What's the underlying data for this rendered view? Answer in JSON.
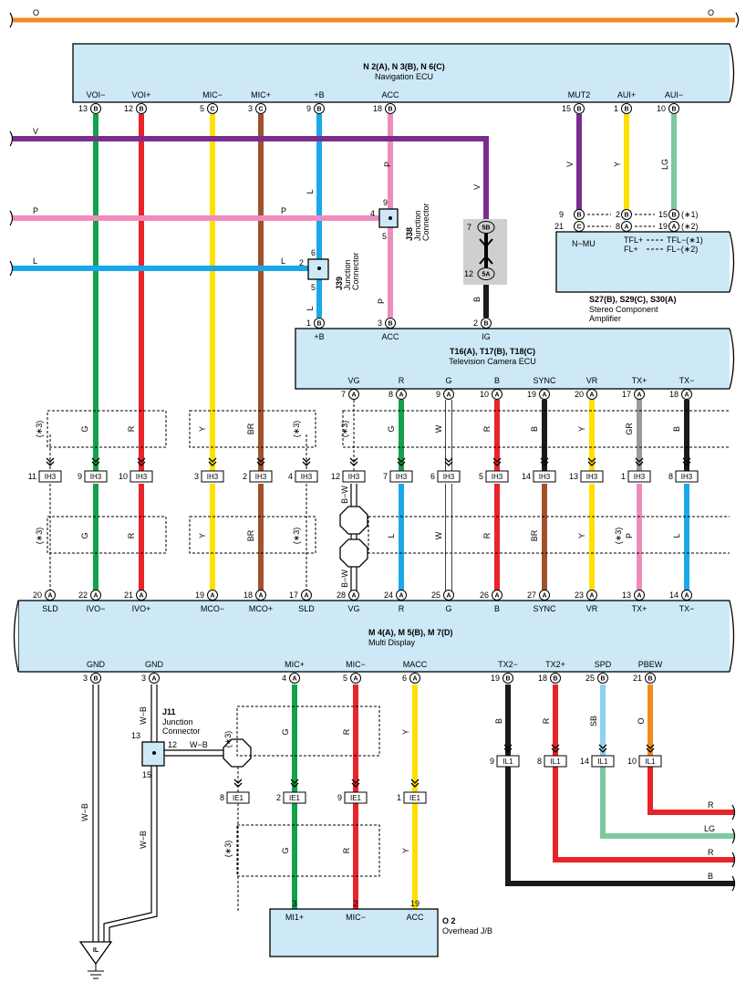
{
  "wire_colors": {
    "O": "#f08c1c",
    "V": "#7b2d8e",
    "P": "#f08cbc",
    "L": "#1aa8e8",
    "G": "#13a24a",
    "R": "#e8242a",
    "Y": "#ffe000",
    "BR": "#a0522d",
    "LG": "#7ec8a0",
    "B": "#1a1a1a",
    "W": "#ffffff",
    "GR": "#999999",
    "SB": "#8fd1f2",
    "WB": "#ffffff"
  },
  "box_fill": "#cde9f7",
  "top_wire": {
    "left": "O",
    "right": "O"
  },
  "nav_ecu": {
    "codes": "N 2(A), N 3(B), N 6(C)",
    "name": "Navigation ECU",
    "pins": [
      {
        "label": "VOI−",
        "num": "13",
        "conn": "B"
      },
      {
        "label": "VOI+",
        "num": "12",
        "conn": "B"
      },
      {
        "label": "MIC−",
        "num": "5",
        "conn": "C"
      },
      {
        "label": "MIC+",
        "num": "3",
        "conn": "C"
      },
      {
        "label": "+B",
        "num": "9",
        "conn": "B"
      },
      {
        "label": "ACC",
        "num": "18",
        "conn": "B"
      },
      {
        "label": "MUT2",
        "num": "15",
        "conn": "B"
      },
      {
        "label": "AUI+",
        "num": "1",
        "conn": "B"
      },
      {
        "label": "AUI−",
        "num": "10",
        "conn": "B"
      }
    ]
  },
  "side_wires": {
    "v": "V",
    "p": "P",
    "l": "L"
  },
  "amp": {
    "codes": "S27(B), S29(C), S30(A)",
    "name1": "Stereo Component",
    "name2": "Amplifier",
    "wire_labels": {
      "v": "V",
      "y": "Y",
      "lg": "LG"
    },
    "row1": {
      "n1": "9",
      "c1": "B",
      "n2": "2",
      "c2": "B",
      "n3": "15",
      "c3": "B",
      "note": "(∗1)"
    },
    "row2": {
      "n1": "21",
      "c1": "C",
      "n2": "8",
      "c2": "A",
      "n3": "19",
      "c3": "A",
      "note": "(∗2)"
    },
    "inner": {
      "nmu": "N−MU",
      "tflp": "TFL+",
      "tflm": "TFL−(∗1)",
      "flp": "FL+",
      "flm": "FL−(∗2)"
    }
  },
  "j38": {
    "label": "J38",
    "sub1": "Junction",
    "sub2": "Connector",
    "pin_top": "9",
    "pin_left": "4",
    "pin_bottom": "5",
    "wire_in": "P",
    "wire_out": "P"
  },
  "j39": {
    "label": "J39",
    "sub1": "Junction",
    "sub2": "Connector",
    "pin_top": "6",
    "pin_left": "2",
    "pin_bottom": "5",
    "wire_in": "L",
    "wire_out": "L",
    "wire_up": "L"
  },
  "splice": {
    "top": "7",
    "top_code": "5B",
    "bottom": "12",
    "bottom_code": "5A",
    "wire_up": "V",
    "wire_down": "B"
  },
  "tv_ecu": {
    "codes": "T16(A), T17(B), T18(C)",
    "name": "Television Camera ECU",
    "top_pins": [
      {
        "label": "+B",
        "num": "1",
        "conn": "B"
      },
      {
        "label": "ACC",
        "num": "3",
        "conn": "B"
      },
      {
        "label": "IG",
        "num": "2",
        "conn": "B"
      }
    ],
    "bottom_pins": [
      {
        "label": "VG",
        "num": "7",
        "conn": "A"
      },
      {
        "label": "R",
        "num": "8",
        "conn": "A"
      },
      {
        "label": "G",
        "num": "9",
        "conn": "A"
      },
      {
        "label": "B",
        "num": "10",
        "conn": "A"
      },
      {
        "label": "SYNC",
        "num": "19",
        "conn": "A"
      },
      {
        "label": "VR",
        "num": "20",
        "conn": "A"
      },
      {
        "label": "TX+",
        "num": "17",
        "conn": "A"
      },
      {
        "label": "TX−",
        "num": "18",
        "conn": "A"
      }
    ]
  },
  "ih3": {
    "code": "IH3",
    "pins": [
      "11",
      "9",
      "10",
      "3",
      "2",
      "4",
      "12",
      "7",
      "6",
      "5",
      "14",
      "13",
      "1",
      "8"
    ]
  },
  "mid_wire_labels": {
    "upper": {
      "g": "G",
      "r": "R",
      "y": "Y",
      "br": "BR",
      "g2": "G",
      "w": "W",
      "r2": "R",
      "b": "B",
      "y2": "Y",
      "gr": "GR",
      "b2": "B"
    },
    "lower": {
      "g": "G",
      "r": "R",
      "y": "Y",
      "br": "BR",
      "l": "L",
      "w": "W",
      "r2": "R",
      "br2": "BR",
      "y2": "Y",
      "p": "P",
      "l2": "L"
    },
    "bw_top": "B−W",
    "bw_bottom": "B−W"
  },
  "notes": {
    "n3": "(∗3)"
  },
  "md": {
    "codes": "M 4(A), M 5(B), M 7(D)",
    "name": "Multi Display",
    "top_pins": [
      {
        "label": "SLD",
        "num": "20",
        "conn": "A"
      },
      {
        "label": "IVO−",
        "num": "22",
        "conn": "A"
      },
      {
        "label": "IVO+",
        "num": "21",
        "conn": "A"
      },
      {
        "label": "MCO−",
        "num": "19",
        "conn": "A"
      },
      {
        "label": "MCO+",
        "num": "18",
        "conn": "A"
      },
      {
        "label": "SLD",
        "num": "17",
        "conn": "A"
      },
      {
        "label": "VG",
        "num": "28",
        "conn": "A"
      },
      {
        "label": "R",
        "num": "24",
        "conn": "A"
      },
      {
        "label": "G",
        "num": "25",
        "conn": "A"
      },
      {
        "label": "B",
        "num": "26",
        "conn": "A"
      },
      {
        "label": "SYNC",
        "num": "27",
        "conn": "A"
      },
      {
        "label": "VR",
        "num": "23",
        "conn": "A"
      },
      {
        "label": "TX+",
        "num": "13",
        "conn": "A"
      },
      {
        "label": "TX−",
        "num": "14",
        "conn": "A"
      }
    ],
    "bottom_pins": [
      {
        "label": "GND",
        "num": "3",
        "conn": "B"
      },
      {
        "label": "GND",
        "num": "3",
        "conn": "A"
      },
      {
        "label": "MIC+",
        "num": "4",
        "conn": "A"
      },
      {
        "label": "MIC−",
        "num": "5",
        "conn": "A"
      },
      {
        "label": "MACC",
        "num": "6",
        "conn": "A"
      },
      {
        "label": "TX2−",
        "num": "19",
        "conn": "B"
      },
      {
        "label": "TX2+",
        "num": "18",
        "conn": "B"
      },
      {
        "label": "SPD",
        "num": "25",
        "conn": "B"
      },
      {
        "label": "PBEW",
        "num": "21",
        "conn": "B"
      }
    ]
  },
  "j11": {
    "label": "J11",
    "sub1": "Junction",
    "sub2": "Connector",
    "pin_top": "13",
    "pin_right": "12",
    "pin_bottom": "15",
    "wire": "W−B"
  },
  "gnd_wires": {
    "left": "W−B",
    "mid_upper": "W−B",
    "mid_lower": "W−B"
  },
  "ie1": {
    "code": "IE1",
    "pins": [
      "8",
      "2",
      "9",
      "1"
    ]
  },
  "ie_wire_labels": {
    "upper": {
      "g": "G",
      "r": "R",
      "y": "Y"
    },
    "lower": {
      "g": "G",
      "r": "R",
      "y": "Y"
    }
  },
  "il1": {
    "code": "IL1",
    "pins": [
      "9",
      "8",
      "14",
      "10"
    ],
    "wire_labels": {
      "b": "B",
      "r": "R",
      "sb": "SB",
      "o": "O"
    }
  },
  "right_exits": [
    "R",
    "LG",
    "R",
    "B"
  ],
  "overhead": {
    "code": "O 2",
    "name": "Overhead J/B",
    "pins": [
      {
        "label": "MI1+",
        "num": "3"
      },
      {
        "label": "MIC−",
        "num": "2"
      },
      {
        "label": "ACC",
        "num": "19"
      }
    ]
  },
  "ground": {
    "label": "IL"
  }
}
